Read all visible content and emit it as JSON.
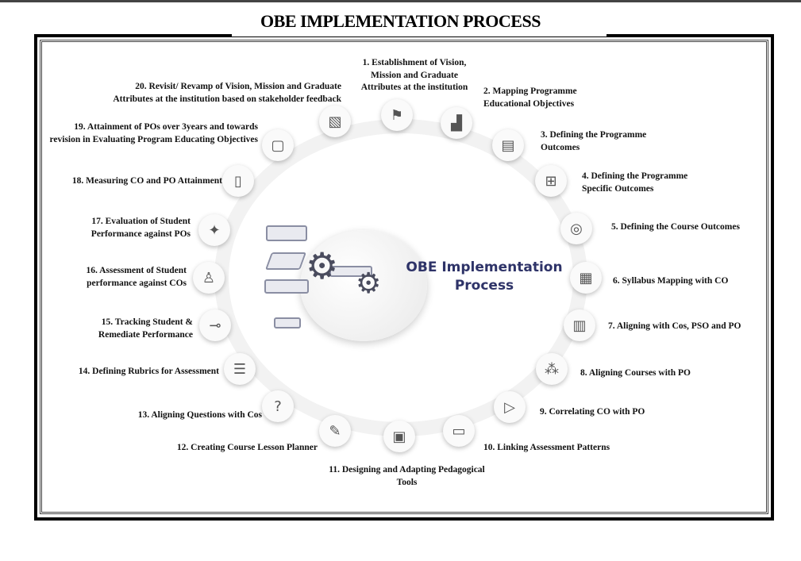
{
  "title": "OBE IMPLEMENTATION PROCESS",
  "center_label_line1": "OBE Implementation",
  "center_label_line2": "Process",
  "steps": [
    {
      "n": 1,
      "label": "1. Establishment of Vision, Mission and Graduate Attributes at the  institution",
      "icon": "flag-icon"
    },
    {
      "n": 2,
      "label": "2. Mapping Programme Educational Objectives",
      "icon": "stairs-icon"
    },
    {
      "n": 3,
      "label": "3. Defining the Programme Outcomes",
      "icon": "presentation-icon"
    },
    {
      "n": 4,
      "label": "4. Defining the Programme Specific Outcomes",
      "icon": "board-icon"
    },
    {
      "n": 5,
      "label": "5. Defining the Course Outcomes",
      "icon": "target-list-icon"
    },
    {
      "n": 6,
      "label": "6. Syllabus Mapping with CO",
      "icon": "graduation-book-icon"
    },
    {
      "n": 7,
      "label": "7. Aligning with Cos, PSO and PO",
      "icon": "open-book-icon"
    },
    {
      "n": 8,
      "label": "8. Aligning Courses with PO",
      "icon": "grid-icon"
    },
    {
      "n": 9,
      "label": "9. Correlating CO with PO",
      "icon": "document-play-icon"
    },
    {
      "n": 10,
      "label": "10. Linking Assessment Patterns",
      "icon": "screen-icon"
    },
    {
      "n": 11,
      "label": "11. Designing and Adapting Pedagogical Tools",
      "icon": "device-icon"
    },
    {
      "n": 12,
      "label": "12. Creating Course Lesson Planner",
      "icon": "book-pencil-icon"
    },
    {
      "n": 13,
      "label": "13. Aligning Questions with Cos",
      "icon": "question-list-icon"
    },
    {
      "n": 14,
      "label": "14. Defining Rubrics for Assessment",
      "icon": "rubric-icon"
    },
    {
      "n": 15,
      "label": "15. Tracking Student & Remediate Performance",
      "icon": "tracking-icon"
    },
    {
      "n": 16,
      "label": "16. Assessment of Student performance against COs",
      "icon": "group-board-icon"
    },
    {
      "n": 17,
      "label": "17. Evaluation of Student Performance against POs",
      "icon": "group-rating-icon"
    },
    {
      "n": 18,
      "label": "18. Measuring CO and PO Attainment",
      "icon": "meter-icon"
    },
    {
      "n": 19,
      "label": "19. Attainment of POs over 3years and towards revision in Evaluating Program Educating Objectives",
      "icon": "calendar-icon"
    },
    {
      "n": 20,
      "label": "20. Revisit/ Revamp of Vision, Mission and Graduate Attributes at the institution based on stakeholder feedback",
      "icon": "monitor-icon"
    }
  ]
}
